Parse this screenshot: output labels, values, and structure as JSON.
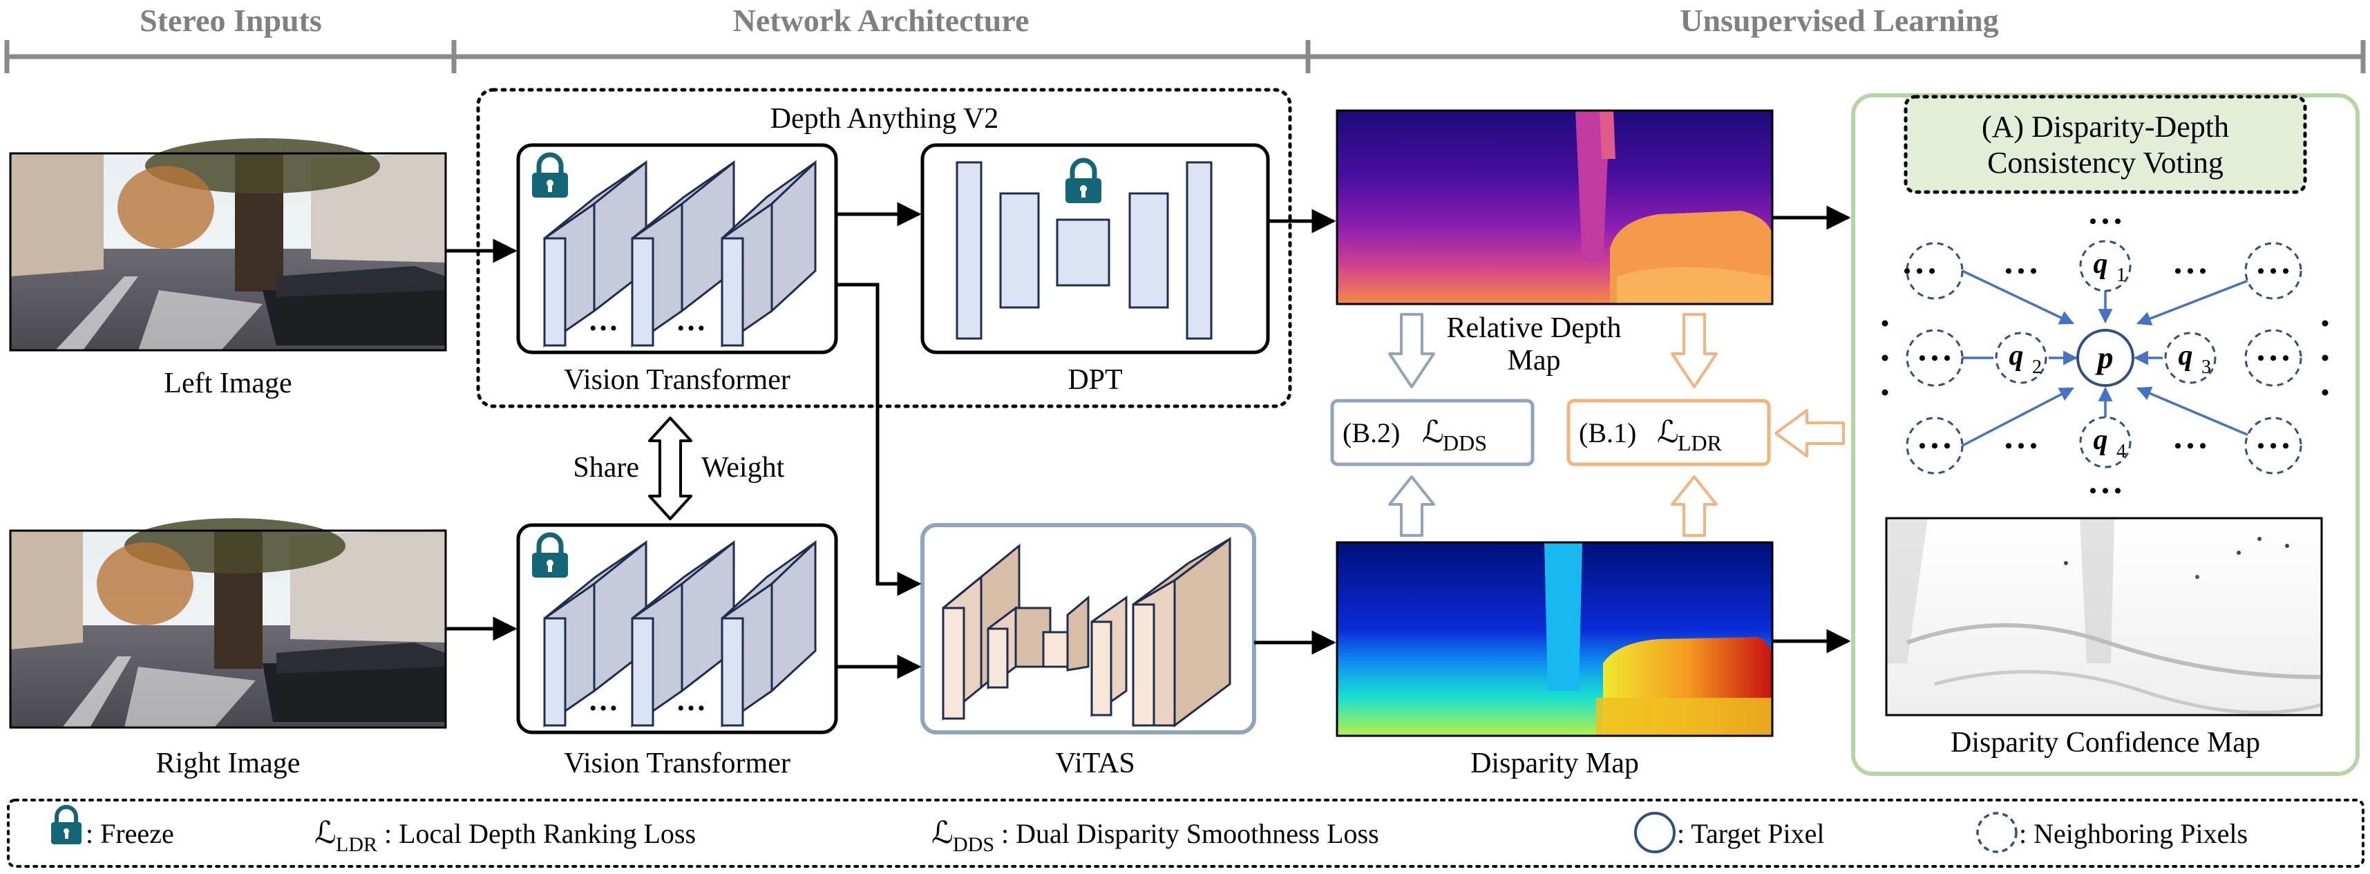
{
  "sections": {
    "stereo_inputs": "Stereo Inputs",
    "network_architecture": "Network Architecture",
    "unsupervised_learning": "Unsupervised Learning"
  },
  "inputs": {
    "left_caption": "Left Image",
    "right_caption": "Right Image"
  },
  "network": {
    "depth_anything_title": "Depth Anything V2",
    "vit_caption_top": "Vision Transformer",
    "vit_caption_bottom": "Vision Transformer",
    "dpt_caption": "DPT",
    "vitas_caption": "ViTAS",
    "share_label": "Share",
    "weight_label": "Weight",
    "ellipsis": "…"
  },
  "outputs": {
    "relative_depth_line1": "Relative Depth",
    "relative_depth_line2": "Map",
    "disparity_caption": "Disparity Map",
    "confidence_caption": "Disparity Confidence Map"
  },
  "losses": {
    "b2_prefix": "(B.2)",
    "b1_prefix": "(B.1)",
    "script_l": "ℒ",
    "dds_sub": "DDS",
    "ldr_sub": "LDR"
  },
  "voting": {
    "title_line1": "(A) Disparity-Depth",
    "title_line2": "Consistency Voting",
    "center": "p",
    "q": "q",
    "q1": "1",
    "q2": "2",
    "q3": "3",
    "q4": "4",
    "dots": "• • •"
  },
  "legend": {
    "freeze": ": Freeze",
    "ldr_desc": ": Local Depth Ranking Loss",
    "dds_desc": ": Dual Disparity Smoothness Loss",
    "target_pixel": ": Target Pixel",
    "neighboring_pixels": ": Neighboring Pixels"
  },
  "colors": {
    "vit_block": "#c5cbdb",
    "dpt_block": "#dbe4f4",
    "vitas_block": "#e9d3c0",
    "lock": "#126678",
    "loss_b2_border": "#8ea4c0",
    "loss_b1_border": "#f5b27a",
    "voting_panel_border": "#b5d6a3",
    "voting_title_fill": "#e2eed7",
    "voting_arrow": "#4472c4"
  }
}
